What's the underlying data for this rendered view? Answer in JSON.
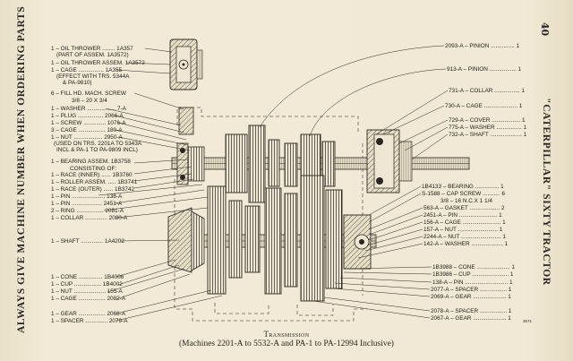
{
  "margin_left": "ALWAYS GIVE MACHINE NUMBER WHEN ORDERING PARTS",
  "margin_right": "\"CATERPILLAR\" SIXTY TRACTOR",
  "page_number": "40",
  "caption": {
    "title": "Transmission",
    "subtitle": "(Machines 2201-A to 5532-A and PA-1 to PA-12994 Inclusive)"
  },
  "figure_number": "3571",
  "labels_left": [
    "1 – OIL THROWER ........ 1A357",
    "(PART OF ASSEM. 1A3572)",
    "1 – OIL THROWER ASSEM. 1A3572",
    "1 – CAGE ................ 1A355",
    "(EFFECT WITH TRS. 5344A",
    "& PA-9810)",
    "6 – FILL HD. MACH. SCREW",
    "3/8 – 20 X 3/4",
    "1 – WASHER .................. 7-A",
    "1 – PLUG ................ 2066-A",
    "1 – SCREW .............. 1076-A",
    "3 – CAGE ................. 180-A",
    "1 – NUT .................. 2950-A",
    "(USED ON TRS. 2201A TO 5343A",
    "INCL & PA-1 TO PA-9809 INCL)",
    "1 – BEARING ASSEM. 1B3758",
    "CONSISTING OF:",
    "1 – RACE (INNER) ...... 1B3760",
    "1 – ROLLER ASSEM. ..... 1B3741",
    "1 – RACE (OUTER) ...... 1B3742",
    "1 – PIN ..................... 138-A",
    "1 – PIN ................... 2451-A",
    "2 – RING ................. 2081-A",
    "1 – COLLAR .............. 2080-A",
    "1 – SHAFT .............. 1A4202",
    "1 – CONE ............... 1B4006",
    "1 – CUP ................. 1B4002",
    "1 – NUT .................... 155-A",
    "1 – CAGE ................. 2082-A",
    "1 – GEAR ................. 2068-A",
    "1 – SPACER .............. 2079-A"
  ],
  "labels_right": [
    "2093-A – PINION ............... 1",
    "913-A – PINION ................. 1",
    "731-A – COLLAR ................ 1",
    "730-A – CAGE ..................... 1",
    "729-A – COVER .................. 1",
    "775-A – WASHER ................ 1",
    "732-A – SHAFT .................... 1",
    "1B4133 – BEARING ............... 1",
    "S-1588 – CAP SCREW ........... 6",
    "3/8 – 16 N.C.X 1 1/4",
    "563-A – GASKET ................... 2",
    "2451-A – PIN ........................ 1",
    "156-A – CAGE ........................ 1",
    "157-A – NUT ......................... 1",
    "2244-A – NUT ......................... 1",
    "142-A – WASHER .................... 1",
    "1B3988 – CONE ..................... 1",
    "1B3986 – CUP ....................... 1",
    "138-A – PIN ........................... 1",
    "2077-A – SPACER ................. 1",
    "2069-A – GEAR ..................... 1",
    "2078-A – SPACER ................. 1",
    "2067-A – GEAR ..................... 1"
  ]
}
